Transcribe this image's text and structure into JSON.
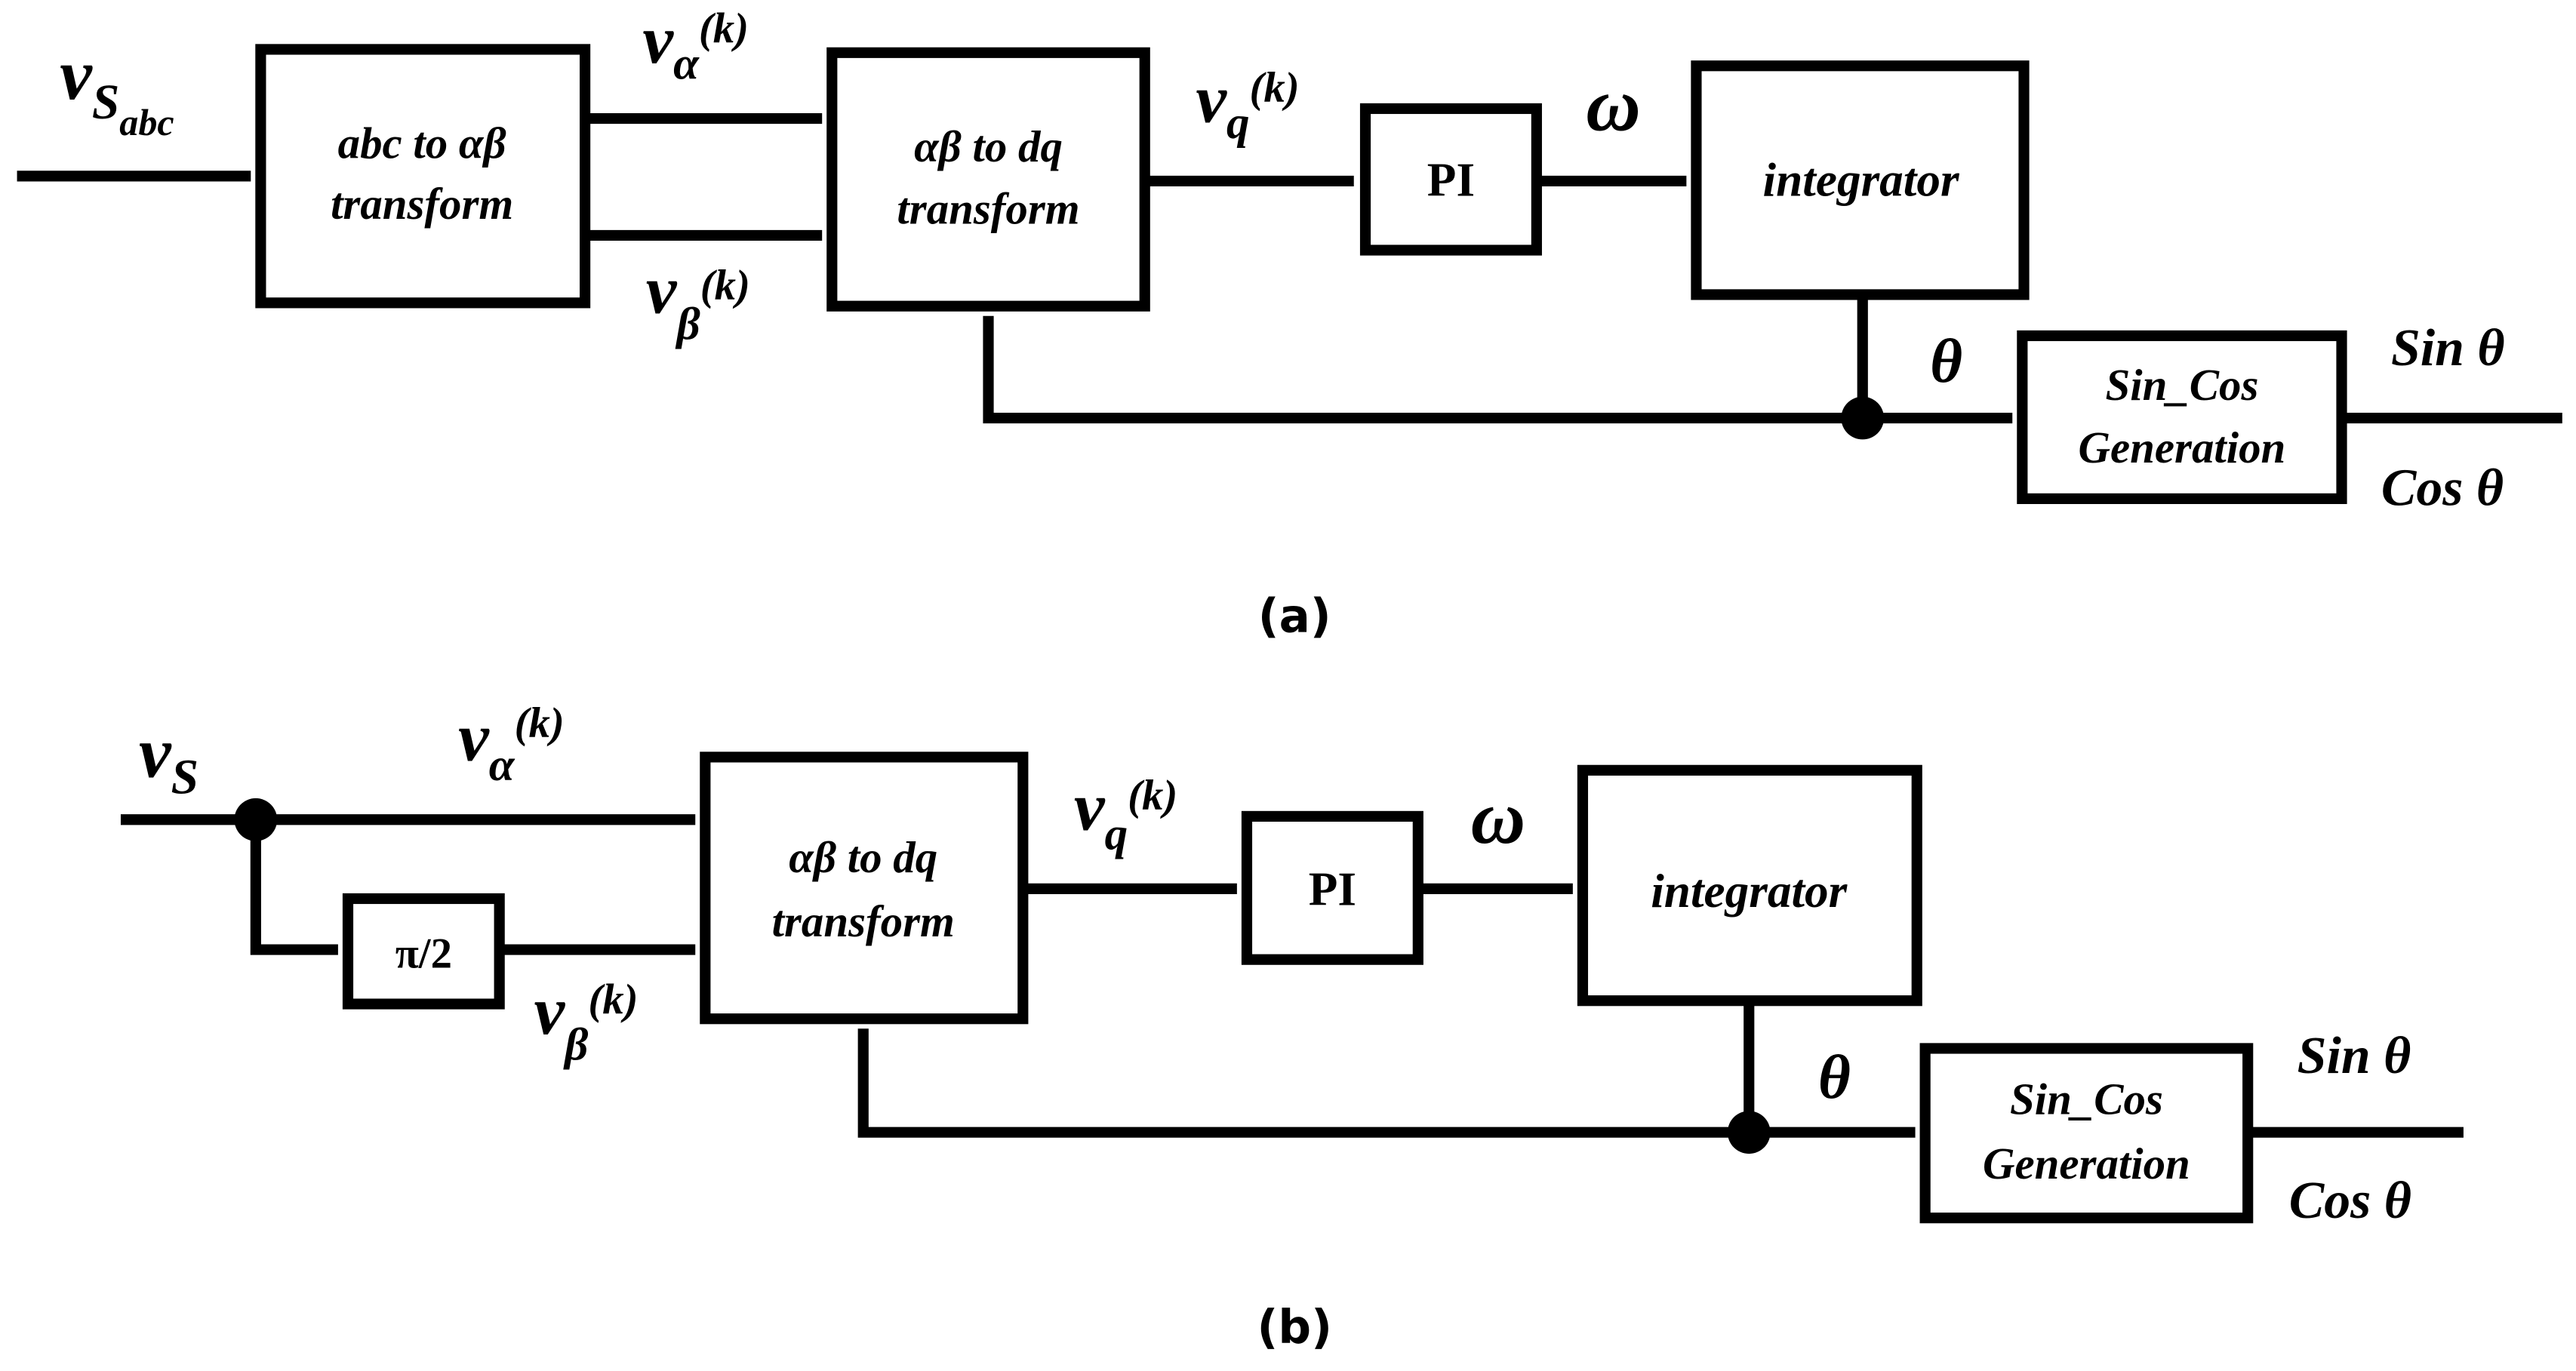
{
  "diagram_a": {
    "caption": "(a)",
    "input": {
      "sym": "v",
      "sub": "S",
      "subsub": "abc"
    },
    "block_abc": {
      "line1": "abc to αβ",
      "line2": "transform"
    },
    "signal_alpha": {
      "sym": "v",
      "sub": "α",
      "arg": "(k)"
    },
    "signal_beta": {
      "sym": "v",
      "sub": "β",
      "arg": "(k)"
    },
    "block_dq": {
      "line1": "αβ to dq",
      "line2": "transform"
    },
    "signal_q": {
      "sym": "v",
      "sub": "q",
      "arg": "(k)"
    },
    "block_pi": "PI",
    "signal_omega": "ω",
    "block_integrator": "integrator",
    "signal_theta": "θ",
    "block_sincos": {
      "line1": "Sin_Cos",
      "line2": "Generation"
    },
    "out_sin": "Sin θ",
    "out_cos": "Cos θ"
  },
  "diagram_b": {
    "caption": "(b)",
    "input": {
      "sym": "v",
      "sub": "S"
    },
    "signal_alpha": {
      "sym": "v",
      "sub": "α",
      "arg": "(k)"
    },
    "block_shift": "π/2",
    "signal_beta": {
      "sym": "v",
      "sub": "β",
      "arg": "(k)"
    },
    "block_dq": {
      "line1": "αβ to dq",
      "line2": "transform"
    },
    "signal_q": {
      "sym": "v",
      "sub": "q",
      "arg": "(k)"
    },
    "block_pi": "PI",
    "signal_omega": "ω",
    "block_integrator": "integrator",
    "signal_theta": "θ",
    "block_sincos": {
      "line1": "Sin_Cos",
      "line2": "Generation"
    },
    "out_sin": "Sin θ",
    "out_cos": "Cos θ"
  }
}
